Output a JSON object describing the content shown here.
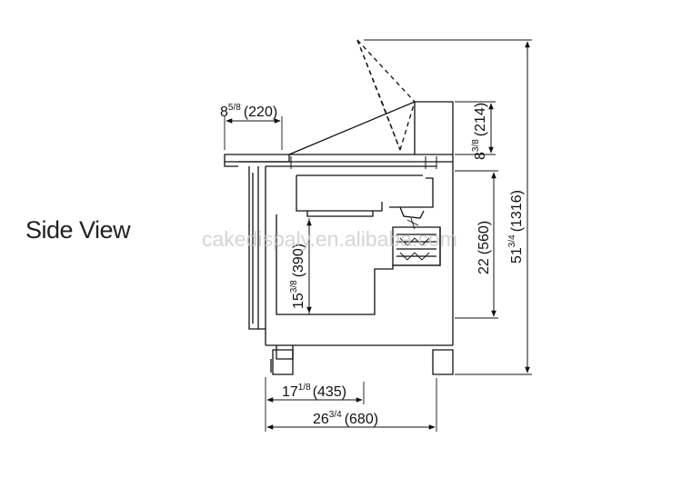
{
  "diagram": {
    "view_label": "Side View",
    "watermark": "cakedispaly.en.alibaba.com",
    "line_color": "#111111",
    "dimensions": {
      "top_overhang": {
        "whole": "8",
        "frac": "5/8",
        "metric": "(220)"
      },
      "lid_height": {
        "whole": "8",
        "frac": "3/8",
        "metric": "(214)"
      },
      "total_height": {
        "whole": "51",
        "frac": "3/4",
        "metric": "(1316)"
      },
      "body_height": {
        "whole": "22",
        "frac": "",
        "metric": "(560)"
      },
      "inner_height": {
        "whole": "15",
        "frac": "3/8",
        "metric": "(390)"
      },
      "inner_depth": {
        "whole": "17",
        "frac": "1/8",
        "metric": "(435)"
      },
      "total_depth": {
        "whole": "26",
        "frac": "3/4",
        "metric": "(680)"
      }
    }
  }
}
